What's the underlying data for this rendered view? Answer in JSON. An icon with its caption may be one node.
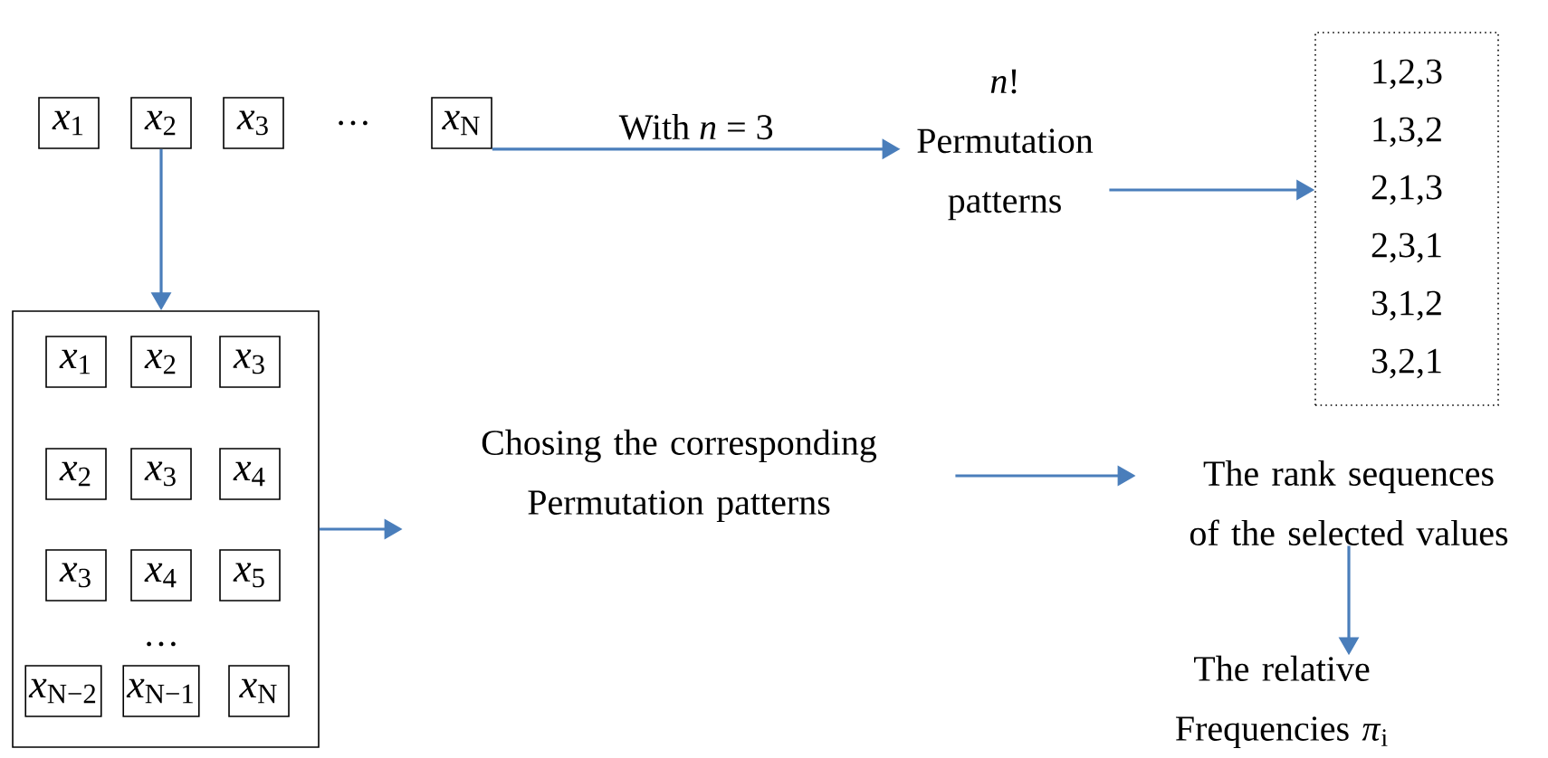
{
  "diagram": {
    "nodes": [
      {
        "text": [
          "*x*$_{1}$"
        ]
      },
      {
        "text": [
          "*x*$_{2}$"
        ]
      },
      {
        "text": [
          "*x*$_{3}$"
        ]
      },
      {
        "text": [
          "*x*$_{N}$"
        ]
      },
      {
        "text": [
          "*n*! Permutation patterns"
        ]
      },
      {
        "text": [
          "1,2,3",
          "1,3,2",
          "2,1,3",
          "2,3,1",
          "3,1,2",
          "3,2,1"
        ]
      },
      {
        "text": [],
        "shape": "box"
      },
      {
        "text": [
          "*x*$_{1}$"
        ],
        "in": 6
      },
      {
        "text": [
          "*x*$_{2}$"
        ],
        "in": 6
      },
      {
        "text": [
          "*x*$_{3}$"
        ],
        "in": 6
      },
      {
        "text": [
          "*x*$_{2}$"
        ],
        "in": 6
      },
      {
        "text": [
          "*x*$_{3}$"
        ],
        "in": 6
      },
      {
        "text": [
          "*x*$_{4}$"
        ],
        "in": 6
      },
      {
        "text": [
          "*x*$_{3}$"
        ],
        "in": 6
      },
      {
        "text": [
          "*x*$_{4}$"
        ],
        "in": 6
      },
      {
        "text": [
          "*x*$_{5}$"
        ],
        "in": 6
      },
      {
        "text": [
          "*x*$_{N−2}$"
        ],
        "in": 6
      },
      {
        "text": [
          "*x*$_{N−1}$"
        ],
        "in": 6
      },
      {
        "text": [
          "*x*$_{N}$"
        ],
        "in": 6
      },
      {
        "text": [
          "Chosing the corresponding Permutation patterns"
        ]
      },
      {
        "text": [
          "The rank sequences of the selected values"
        ]
      },
      {
        "text": [
          "The relative Frequencies *π*$_{i}$"
        ]
      }
    ],
    "edges": [
      {
        "from": 1,
        "to": 6,
        "arrow": "to"
      },
      {
        "from": 3,
        "to": 4,
        "arrow": "to",
        "label": "With *n* = 3"
      },
      {
        "from": 4,
        "to": 5,
        "arrow": "to"
      },
      {
        "from": 6,
        "to": 19,
        "arrow": "to"
      },
      {
        "from": 19,
        "to": 20,
        "arrow": "to"
      },
      {
        "from": 20,
        "to": 21,
        "arrow": "to"
      }
    ],
    "labels": [
      "…",
      "…"
    ]
  }
}
